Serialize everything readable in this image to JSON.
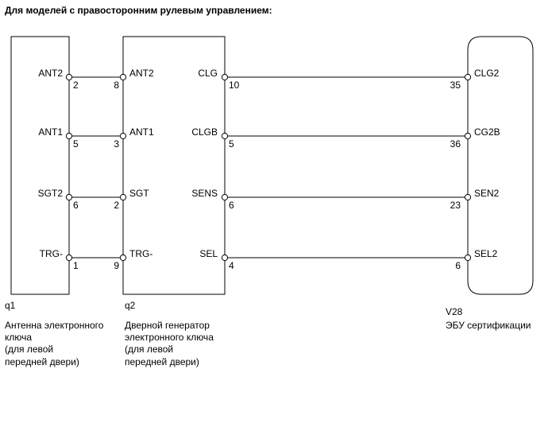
{
  "title": "Для моделей с правосторонним рулевым управлением:",
  "components": {
    "q1": {
      "code": "q1",
      "description": [
        "Антенна электронного",
        "ключа",
        "(для левой",
        "передней двери)"
      ]
    },
    "q2": {
      "code": "q2",
      "description": [
        "Дверной генератор",
        "электронного ключа",
        "(для левой",
        "передней двери)"
      ]
    },
    "v28": {
      "code": "V28",
      "description": [
        "ЭБУ сертификации"
      ]
    }
  },
  "connections_left": [
    {
      "q1_name": "ANT2",
      "q1_pin": "2",
      "q2_pin": "8",
      "q2_name": "ANT2"
    },
    {
      "q1_name": "ANT1",
      "q1_pin": "5",
      "q2_pin": "3",
      "q2_name": "ANT1"
    },
    {
      "q1_name": "SGT2",
      "q1_pin": "6",
      "q2_pin": "2",
      "q2_name": "SGT"
    },
    {
      "q1_name": "TRG-",
      "q1_pin": "1",
      "q2_pin": "9",
      "q2_name": "TRG-"
    }
  ],
  "connections_right": [
    {
      "q2_name": "CLG",
      "q2_pin": "10",
      "v28_pin": "35",
      "v28_name": "CLG2"
    },
    {
      "q2_name": "CLGB",
      "q2_pin": "5",
      "v28_pin": "36",
      "v28_name": "CG2B"
    },
    {
      "q2_name": "SENS",
      "q2_pin": "6",
      "v28_pin": "23",
      "v28_name": "SEN2"
    },
    {
      "q2_name": "SEL",
      "q2_pin": "4",
      "v28_pin": "6",
      "v28_name": "SEL2"
    }
  ]
}
